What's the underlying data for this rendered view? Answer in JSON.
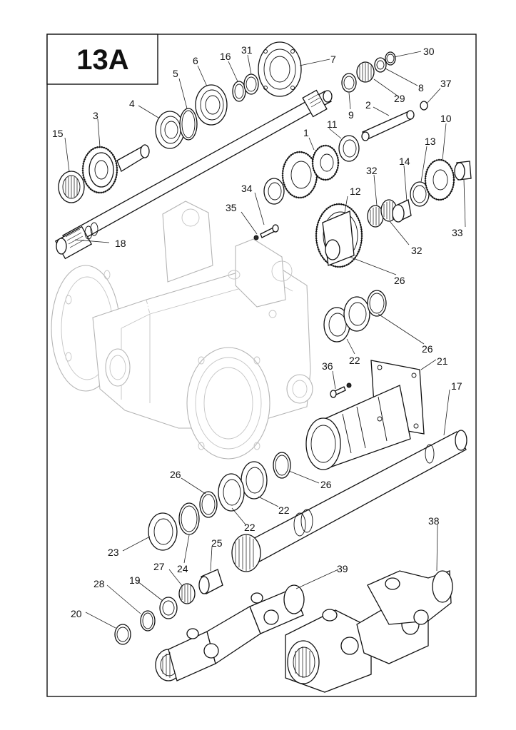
{
  "title": "13A",
  "callouts": [
    {
      "id": "c30",
      "label": "30"
    },
    {
      "id": "c31",
      "label": "31"
    },
    {
      "id": "c16",
      "label": "16"
    },
    {
      "id": "c7",
      "label": "7"
    },
    {
      "id": "c6",
      "label": "6"
    },
    {
      "id": "c5",
      "label": "5"
    },
    {
      "id": "c8",
      "label": "8"
    },
    {
      "id": "c37",
      "label": "37"
    },
    {
      "id": "c29",
      "label": "29"
    },
    {
      "id": "c4",
      "label": "4"
    },
    {
      "id": "c2",
      "label": "2"
    },
    {
      "id": "c9",
      "label": "9"
    },
    {
      "id": "c10",
      "label": "10"
    },
    {
      "id": "c3",
      "label": "3"
    },
    {
      "id": "c11",
      "label": "11"
    },
    {
      "id": "c15",
      "label": "15"
    },
    {
      "id": "c1",
      "label": "1"
    },
    {
      "id": "c13",
      "label": "13"
    },
    {
      "id": "c14",
      "label": "14"
    },
    {
      "id": "c32a",
      "label": "32"
    },
    {
      "id": "c34",
      "label": "34"
    },
    {
      "id": "c12",
      "label": "12"
    },
    {
      "id": "c35",
      "label": "35"
    },
    {
      "id": "c33",
      "label": "33"
    },
    {
      "id": "c18",
      "label": "18"
    },
    {
      "id": "c32b",
      "label": "32"
    },
    {
      "id": "c26a",
      "label": "26"
    },
    {
      "id": "c26b",
      "label": "26"
    },
    {
      "id": "c22a",
      "label": "22"
    },
    {
      "id": "c21",
      "label": "21"
    },
    {
      "id": "c36",
      "label": "36"
    },
    {
      "id": "c17",
      "label": "17"
    },
    {
      "id": "c26c",
      "label": "26"
    },
    {
      "id": "c26d",
      "label": "26"
    },
    {
      "id": "c22b",
      "label": "22"
    },
    {
      "id": "c22c",
      "label": "22"
    },
    {
      "id": "c38",
      "label": "38"
    },
    {
      "id": "c23",
      "label": "23"
    },
    {
      "id": "c25",
      "label": "25"
    },
    {
      "id": "c24",
      "label": "24"
    },
    {
      "id": "c27",
      "label": "27"
    },
    {
      "id": "c39",
      "label": "39"
    },
    {
      "id": "c28",
      "label": "28"
    },
    {
      "id": "c19",
      "label": "19"
    },
    {
      "id": "c20",
      "label": "20"
    }
  ]
}
